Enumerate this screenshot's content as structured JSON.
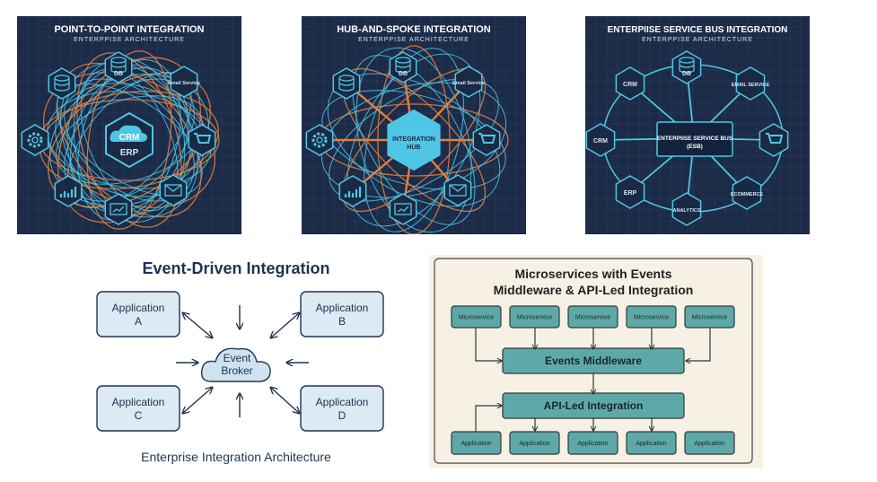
{
  "colors": {
    "navy": "#1c2b47",
    "cyan": "#4fc6e6",
    "orange": "#e2803f",
    "teal": "#5ea9a8",
    "cream": "#f7f1e5",
    "ink": "#1e3350"
  },
  "p2p": {
    "title": "POINT-TO-POINT INTEGRATION",
    "subtitle": "ENTERPPISE ARCHITECTURE",
    "center": [
      "CRM",
      "ERP"
    ],
    "nodes": [
      {
        "label": "DB",
        "icon": "database-icon"
      },
      {
        "label": "",
        "icon": "database-icon"
      },
      {
        "label": "Email Service",
        "icon": "email-service"
      },
      {
        "label": "",
        "icon": "gear-icon"
      },
      {
        "label": "",
        "icon": "cart-icon"
      },
      {
        "label": "",
        "icon": "bar-chart-icon"
      },
      {
        "label": "",
        "icon": "mail-icon"
      },
      {
        "label": "",
        "icon": "dashboard-icon"
      }
    ]
  },
  "hub": {
    "title": "HUB-AND-SPOKE INTEGRATION",
    "subtitle": "ENTERPPISE ARCHITECTURE",
    "center": [
      "INTEGRATION",
      "HUB"
    ],
    "nodes": [
      {
        "label": "DB",
        "icon": "database-icon"
      },
      {
        "label": "",
        "icon": "database-icon"
      },
      {
        "label": "Email Service",
        "icon": "email-service"
      },
      {
        "label": "",
        "icon": "gear-icon"
      },
      {
        "label": "",
        "icon": "cart-icon"
      },
      {
        "label": "",
        "icon": "bar-chart-icon"
      },
      {
        "label": "",
        "icon": "mail-icon"
      },
      {
        "label": "",
        "icon": "dashboard-icon"
      }
    ]
  },
  "esb": {
    "title": "ENTERPIISE SERVICE BUS  INTEGRATION",
    "subtitle": "ENTERPPISE ARCHITECTURE",
    "center": [
      "ENTERPIISE SERVICE BUS",
      "(ESB)"
    ],
    "nodes": [
      {
        "label": "DB",
        "icon": "database-icon"
      },
      {
        "label": "CRM",
        "icon": ""
      },
      {
        "label": "EMAIL SERVICE",
        "icon": ""
      },
      {
        "label": "CRM",
        "icon": ""
      },
      {
        "label": "",
        "icon": "cart-icon"
      },
      {
        "label": "ERP",
        "icon": ""
      },
      {
        "label": "ECOMMERCE",
        "icon": ""
      },
      {
        "label": "ANALYTICS",
        "icon": ""
      }
    ]
  },
  "event": {
    "title": "Event-Driven Integration",
    "footer": "Enterprise Integration Architecture",
    "broker": [
      "Event",
      "Broker"
    ],
    "apps": [
      [
        "Application",
        "A"
      ],
      [
        "Application",
        "B"
      ],
      [
        "Application",
        "C"
      ],
      [
        "Application",
        "D"
      ]
    ]
  },
  "micro": {
    "title": [
      "Microservices with Events",
      "Middleware & API-Led Integration"
    ],
    "services": [
      "Microservice",
      "Microservice",
      "Microservice",
      "Microservice",
      "Microservice"
    ],
    "middleware": "Events Middleware",
    "api": "API-Led Integration",
    "apps": [
      "Application",
      "Application",
      "Application",
      "Application",
      "Application"
    ]
  }
}
